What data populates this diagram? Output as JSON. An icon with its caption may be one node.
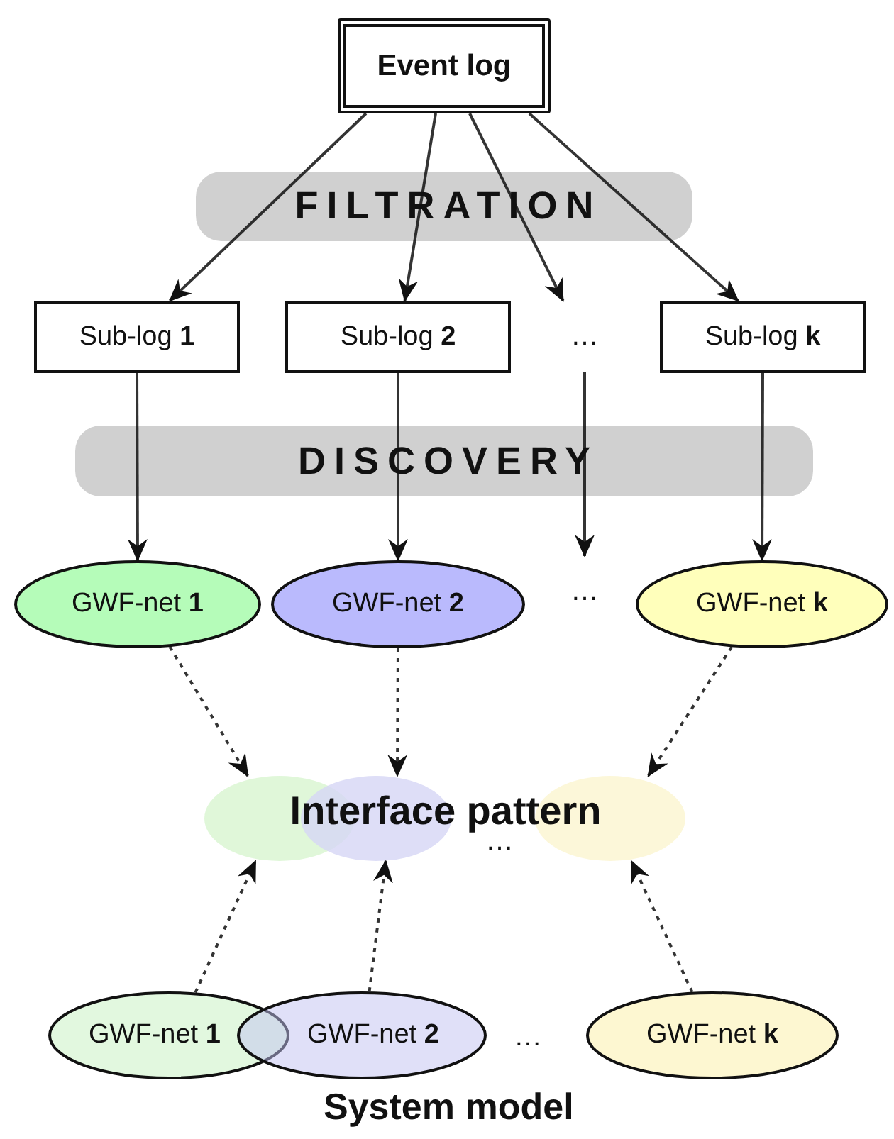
{
  "diagram": {
    "nodes": [
      {
        "text": [
          "Event log"
        ]
      },
      {
        "text": [
          "Sub-log **1**"
        ]
      },
      {
        "text": [
          "Sub-log **2**"
        ]
      },
      {
        "text": [
          "…"
        ]
      },
      {
        "text": [
          "Sub-log **k**"
        ]
      },
      {
        "text": [
          "GWF-net **1**"
        ]
      },
      {
        "text": [
          "GWF-net **2**"
        ]
      },
      {
        "text": [
          "…"
        ]
      },
      {
        "text": [
          "GWF-net **k**"
        ]
      },
      {
        "text": [
          "Interface pattern"
        ]
      },
      {
        "text": [
          "GWF-net **1**"
        ]
      },
      {
        "text": [
          "GWF-net **2**"
        ]
      },
      {
        "text": [
          "GWF-net **k**"
        ]
      }
    ],
    "edges": [
      {
        "from": 0,
        "to": 1,
        "arrow": "to"
      },
      {
        "from": 0,
        "to": 2,
        "arrow": "to"
      },
      {
        "from": 0,
        "to": 3,
        "arrow": "to"
      },
      {
        "from": 0,
        "to": 4,
        "arrow": "to"
      },
      {
        "from": 1,
        "to": 5,
        "arrow": "to"
      },
      {
        "from": 2,
        "to": 6,
        "arrow": "to"
      },
      {
        "from": 3,
        "to": 7,
        "arrow": "to"
      },
      {
        "from": 4,
        "to": 8,
        "arrow": "to"
      },
      {
        "from": 5,
        "to": 9,
        "arrow": "to",
        "style": "dashed"
      },
      {
        "from": 6,
        "to": 9,
        "arrow": "to",
        "style": "dashed"
      },
      {
        "from": 8,
        "to": 9,
        "arrow": "to",
        "style": "dashed"
      },
      {
        "from": 10,
        "to": 9,
        "arrow": "to",
        "style": "dashed"
      },
      {
        "from": 11,
        "to": 9,
        "arrow": "to",
        "style": "dashed"
      },
      {
        "from": 12,
        "to": 9,
        "arrow": "to",
        "style": "dashed"
      }
    ],
    "labels": [
      "FILTRATION",
      "DISCOVERY",
      "…",
      "…",
      "System model"
    ]
  }
}
